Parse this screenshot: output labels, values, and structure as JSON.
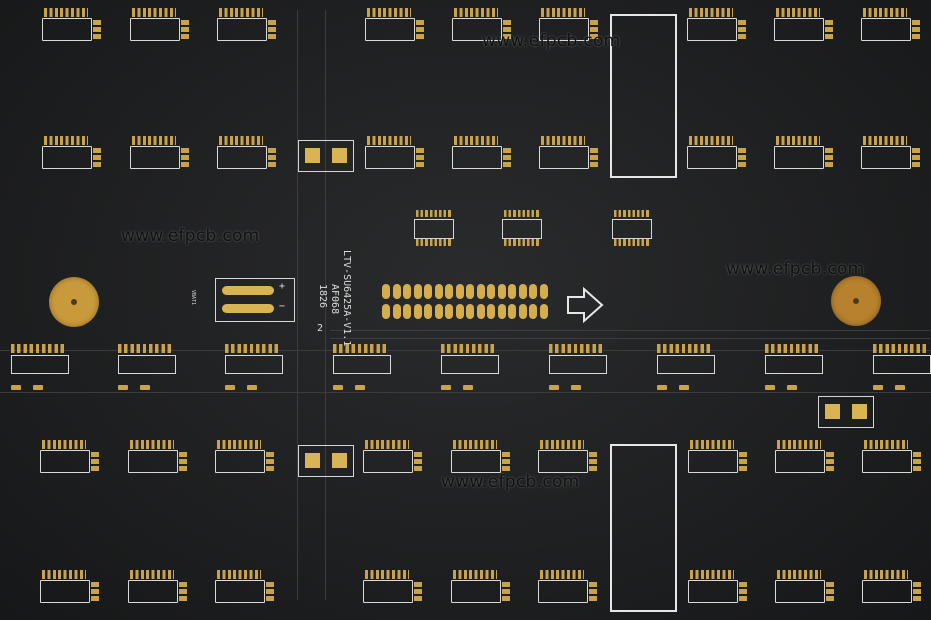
{
  "watermarks": [
    {
      "text": "www.efpcb.com"
    },
    {
      "text": "www.efpcb.com"
    },
    {
      "text": "www.efpcb.com"
    },
    {
      "text": "www.efpcb.com"
    }
  ],
  "silkscreen": {
    "part_number": "LTV-SU6425A-V1.1",
    "code": "AF068",
    "date": "1826",
    "digit": "2",
    "battery_label": "VBAT1",
    "plus": "+",
    "minus": "−"
  },
  "colors": {
    "board": "#1e1f20",
    "pad_gold": "#c9a24a",
    "silk_white": "#e6e6e6"
  },
  "icons": {
    "arrow": "right-arrow-outline-icon",
    "mounting_hole": "gold-ring-icon"
  }
}
